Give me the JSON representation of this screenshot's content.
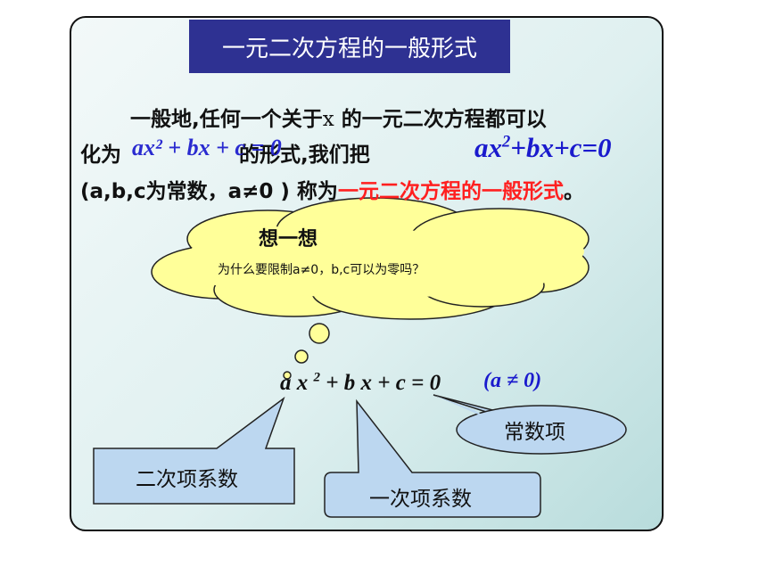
{
  "title": "一元二次方程的一般形式",
  "paragraph": {
    "line1_prefix": "一般地,任何一个关于",
    "line1_var": "x",
    "line1_suffix": " 的一元二次方程都可以",
    "line2_prefix": "化为",
    "line2_suffix": "的形式,我们把",
    "line3_prefix": "(a,b,c为常数，a≠0 ) 称为",
    "line3_highlight": "一元二次方程的一般形式",
    "line3_end": "。"
  },
  "formula_general": "ax² + bx + c = 0",
  "thought": {
    "heading": "想一想",
    "question": "为什么要限制a≠0，b,c可以为零吗？"
  },
  "equation": {
    "text": "a x ² + b x + c = 0",
    "condition": "(a ≠ 0)"
  },
  "callouts": {
    "quadratic_coef": "二次项系数",
    "linear_coef": "一次项系数",
    "constant_term": "常数项"
  },
  "colors": {
    "title_bg": "#2e3192",
    "formula": "#1a1acd",
    "highlight": "#ff2020",
    "cloud_fill": "#ffff99",
    "callout_fill": "#bcd7f0"
  }
}
